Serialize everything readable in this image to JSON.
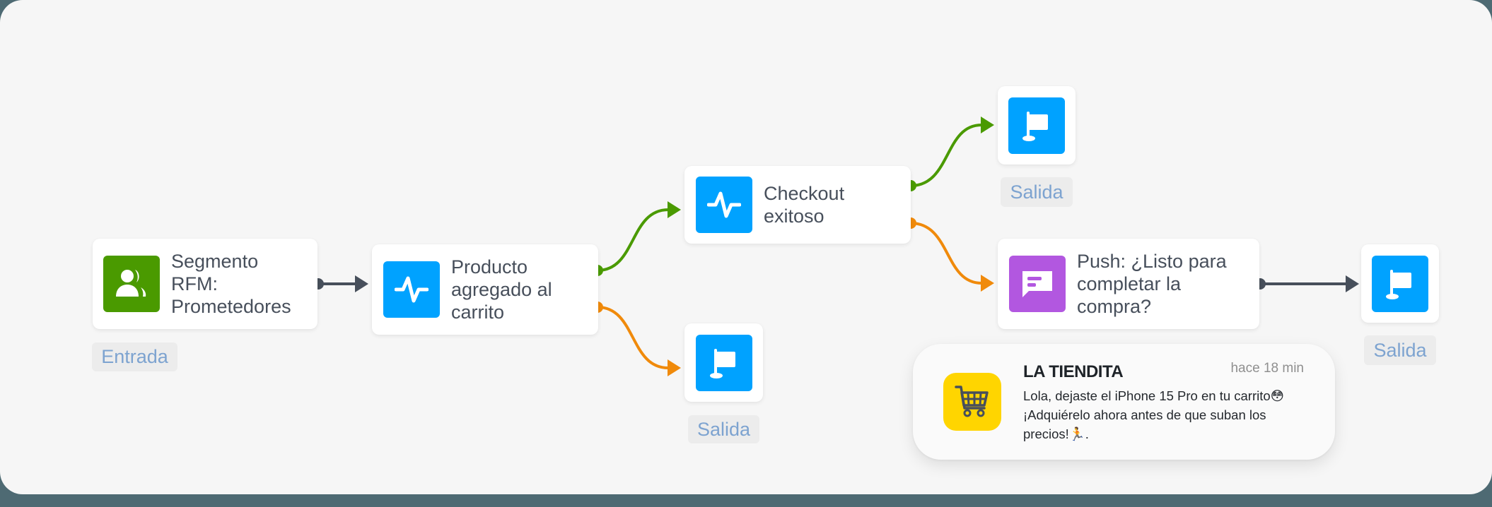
{
  "colors": {
    "canvas_bg": "#f6f6f6",
    "frame_bg": "#4e6a73",
    "segment_green": "#4a9a00",
    "event_blue": "#00a2ff",
    "push_purple": "#b257e0",
    "yes_branch": "#4a9a00",
    "no_branch": "#f08a0b",
    "default_link": "#474f5b",
    "tag_text": "#7da3d0",
    "app_icon_yellow": "#ffd500"
  },
  "nodes": {
    "segment": {
      "icon": "users-icon",
      "label": "Segmento RFM: Prometedores",
      "lines": [
        "Segmento",
        "RFM:",
        "Prometedores"
      ],
      "tag": "Entrada"
    },
    "product_added": {
      "icon": "activity-pulse-icon",
      "label": "Producto agregado al carrito",
      "lines": [
        "Producto",
        "agregado al",
        "carrito"
      ]
    },
    "checkout": {
      "icon": "activity-pulse-icon",
      "label": "Checkout exitoso",
      "lines": [
        "Checkout",
        "exitoso"
      ]
    },
    "push": {
      "icon": "message-icon",
      "label": "Push: ¿Listo para completar la compra?",
      "lines": [
        "Push: ¿Listo para",
        "completar la",
        "compra?"
      ]
    },
    "exit_top": {
      "icon": "flag-icon",
      "tag": "Salida"
    },
    "exit_bottom": {
      "icon": "flag-icon",
      "tag": "Salida"
    },
    "exit_right": {
      "icon": "flag-icon",
      "tag": "Salida"
    }
  },
  "notification": {
    "app_icon": "shopping-cart-icon",
    "app_name": "LA TIENDITA",
    "time": "hace 18 min",
    "message_line1": "Lola, dejaste el iPhone 15 Pro en tu carrito😳",
    "message_line2": "¡Adquiérelo ahora antes de que suban los precios!🏃."
  }
}
